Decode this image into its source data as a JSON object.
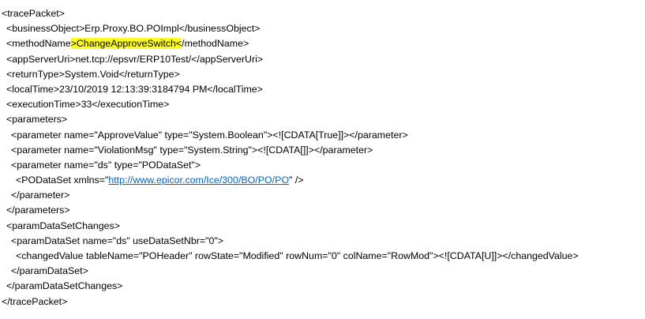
{
  "lines": [
    {
      "text": "<tracePacket>"
    },
    {
      "text": "<businessObject>Erp.Proxy.BO.POImpl</businessObject>"
    },
    {
      "before": "<methodName",
      "highlight": ">ChangeApproveSwitch<",
      "after": "/methodName>"
    },
    {
      "text": "<appServerUri>net.tcp://epsvr/ERP10Test/</appServerUri>"
    },
    {
      "text": "<returnType>System.Void</returnType>"
    },
    {
      "text": "<localTime>23/10/2019 12:13:39:3184794 PM</localTime>"
    },
    {
      "text": "<executionTime>33</executionTime>"
    },
    {
      "text": "<parameters>"
    },
    {
      "text": "<parameter name=\"ApproveValue\" type=\"System.Boolean\"><![CDATA[True]]></parameter>"
    },
    {
      "text": "<parameter name=\"ViolationMsg\" type=\"System.String\"><![CDATA[]]></parameter>"
    },
    {
      "text": "<parameter name=\"ds\" type=\"PODataSet\">"
    },
    {
      "before": "<PODataSet xmlns=\"",
      "link": "http://www.epicor.com/Ice/300/BO/PO/PO",
      "after": "\" />"
    },
    {
      "text": "</parameter>"
    },
    {
      "text": "</parameters>"
    },
    {
      "text": "<paramDataSetChanges>"
    },
    {
      "text": "<paramDataSet name=\"ds\" useDataSetNbr=\"0\">"
    },
    {
      "text": "<changedValue tableName=\"POHeader\" rowState=\"Modified\" rowNum=\"0\" colName=\"RowMod\"><![CDATA[U]]></changedValue>"
    },
    {
      "text": "</paramDataSet>"
    },
    {
      "text": "</paramDataSetChanges>"
    },
    {
      "text": "</tracePacket>"
    }
  ],
  "colors": {
    "highlight": "#ffff26",
    "link": "#0563c1"
  }
}
